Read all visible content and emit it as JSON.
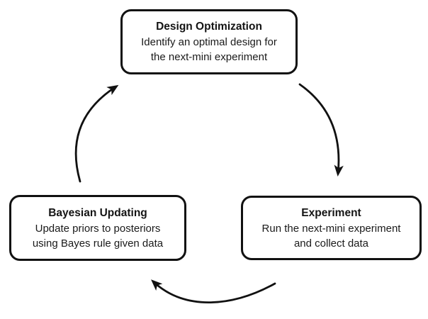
{
  "diagram": {
    "type": "cycle-diagram",
    "background_color": "#ffffff",
    "stroke_color": "#111111",
    "text_color": "#1a1a1a",
    "nodes": {
      "design": {
        "title": "Design Optimization",
        "line1": "Identify an optimal design for",
        "line2": "the next-mini experiment"
      },
      "experiment": {
        "title": "Experiment",
        "line1": "Run the next-mini experiment",
        "line2": "and collect data"
      },
      "bayesian": {
        "title": "Bayesian Updating",
        "line1": "Update priors to posteriors",
        "line2": "using Bayes rule given data"
      }
    },
    "edges": [
      {
        "from": "design",
        "to": "experiment"
      },
      {
        "from": "experiment",
        "to": "bayesian"
      },
      {
        "from": "bayesian",
        "to": "design"
      }
    ]
  }
}
